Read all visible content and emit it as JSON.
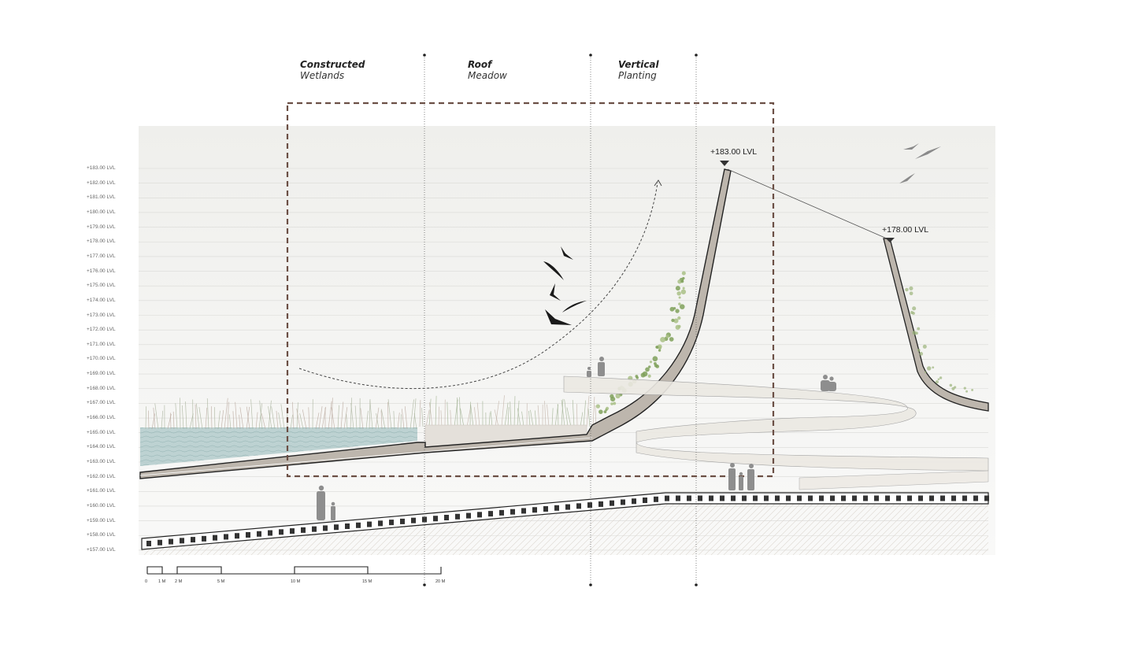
{
  "zones": [
    {
      "title": "Constructed",
      "subtitle": "Wetlands"
    },
    {
      "title": "Roof",
      "subtitle": "Meadow"
    },
    {
      "title": "Vertical",
      "subtitle": "Planting"
    }
  ],
  "elevation_markers": [
    "+183.00  LVL",
    "+178.00  LVL"
  ],
  "level_labels": [
    "+183.00  LVL",
    "+182.00  LVL",
    "+181.00  LVL",
    "+180.00  LVL",
    "+179.00  LVL",
    "+178.00  LVL",
    "+177.00  LVL",
    "+176.00  LVL",
    "+175.00  LVL",
    "+174.00  LVL",
    "+173.00  LVL",
    "+172.00  LVL",
    "+171.00  LVL",
    "+170.00  LVL",
    "+169.00  LVL",
    "+168.00  LVL",
    "+167.00  LVL",
    "+166.00  LVL",
    "+165.00  LVL",
    "+164.00  LVL",
    "+163.00  LVL",
    "+162.00  LVL",
    "+161.00  LVL",
    "+160.00  LVL",
    "+159.00  LVL",
    "+158.00  LVL",
    "+157.00  LVL"
  ],
  "scale_labels": [
    "0",
    "1 M",
    "2 M",
    "5 M",
    "10 M",
    "15 M",
    "20 M"
  ],
  "colors": {
    "frame": "#6b4f45",
    "water": "#a9c6c6",
    "structure": "#bdb6ad",
    "vegetation": "#7fa05a",
    "sky": "#f1f1ef"
  }
}
